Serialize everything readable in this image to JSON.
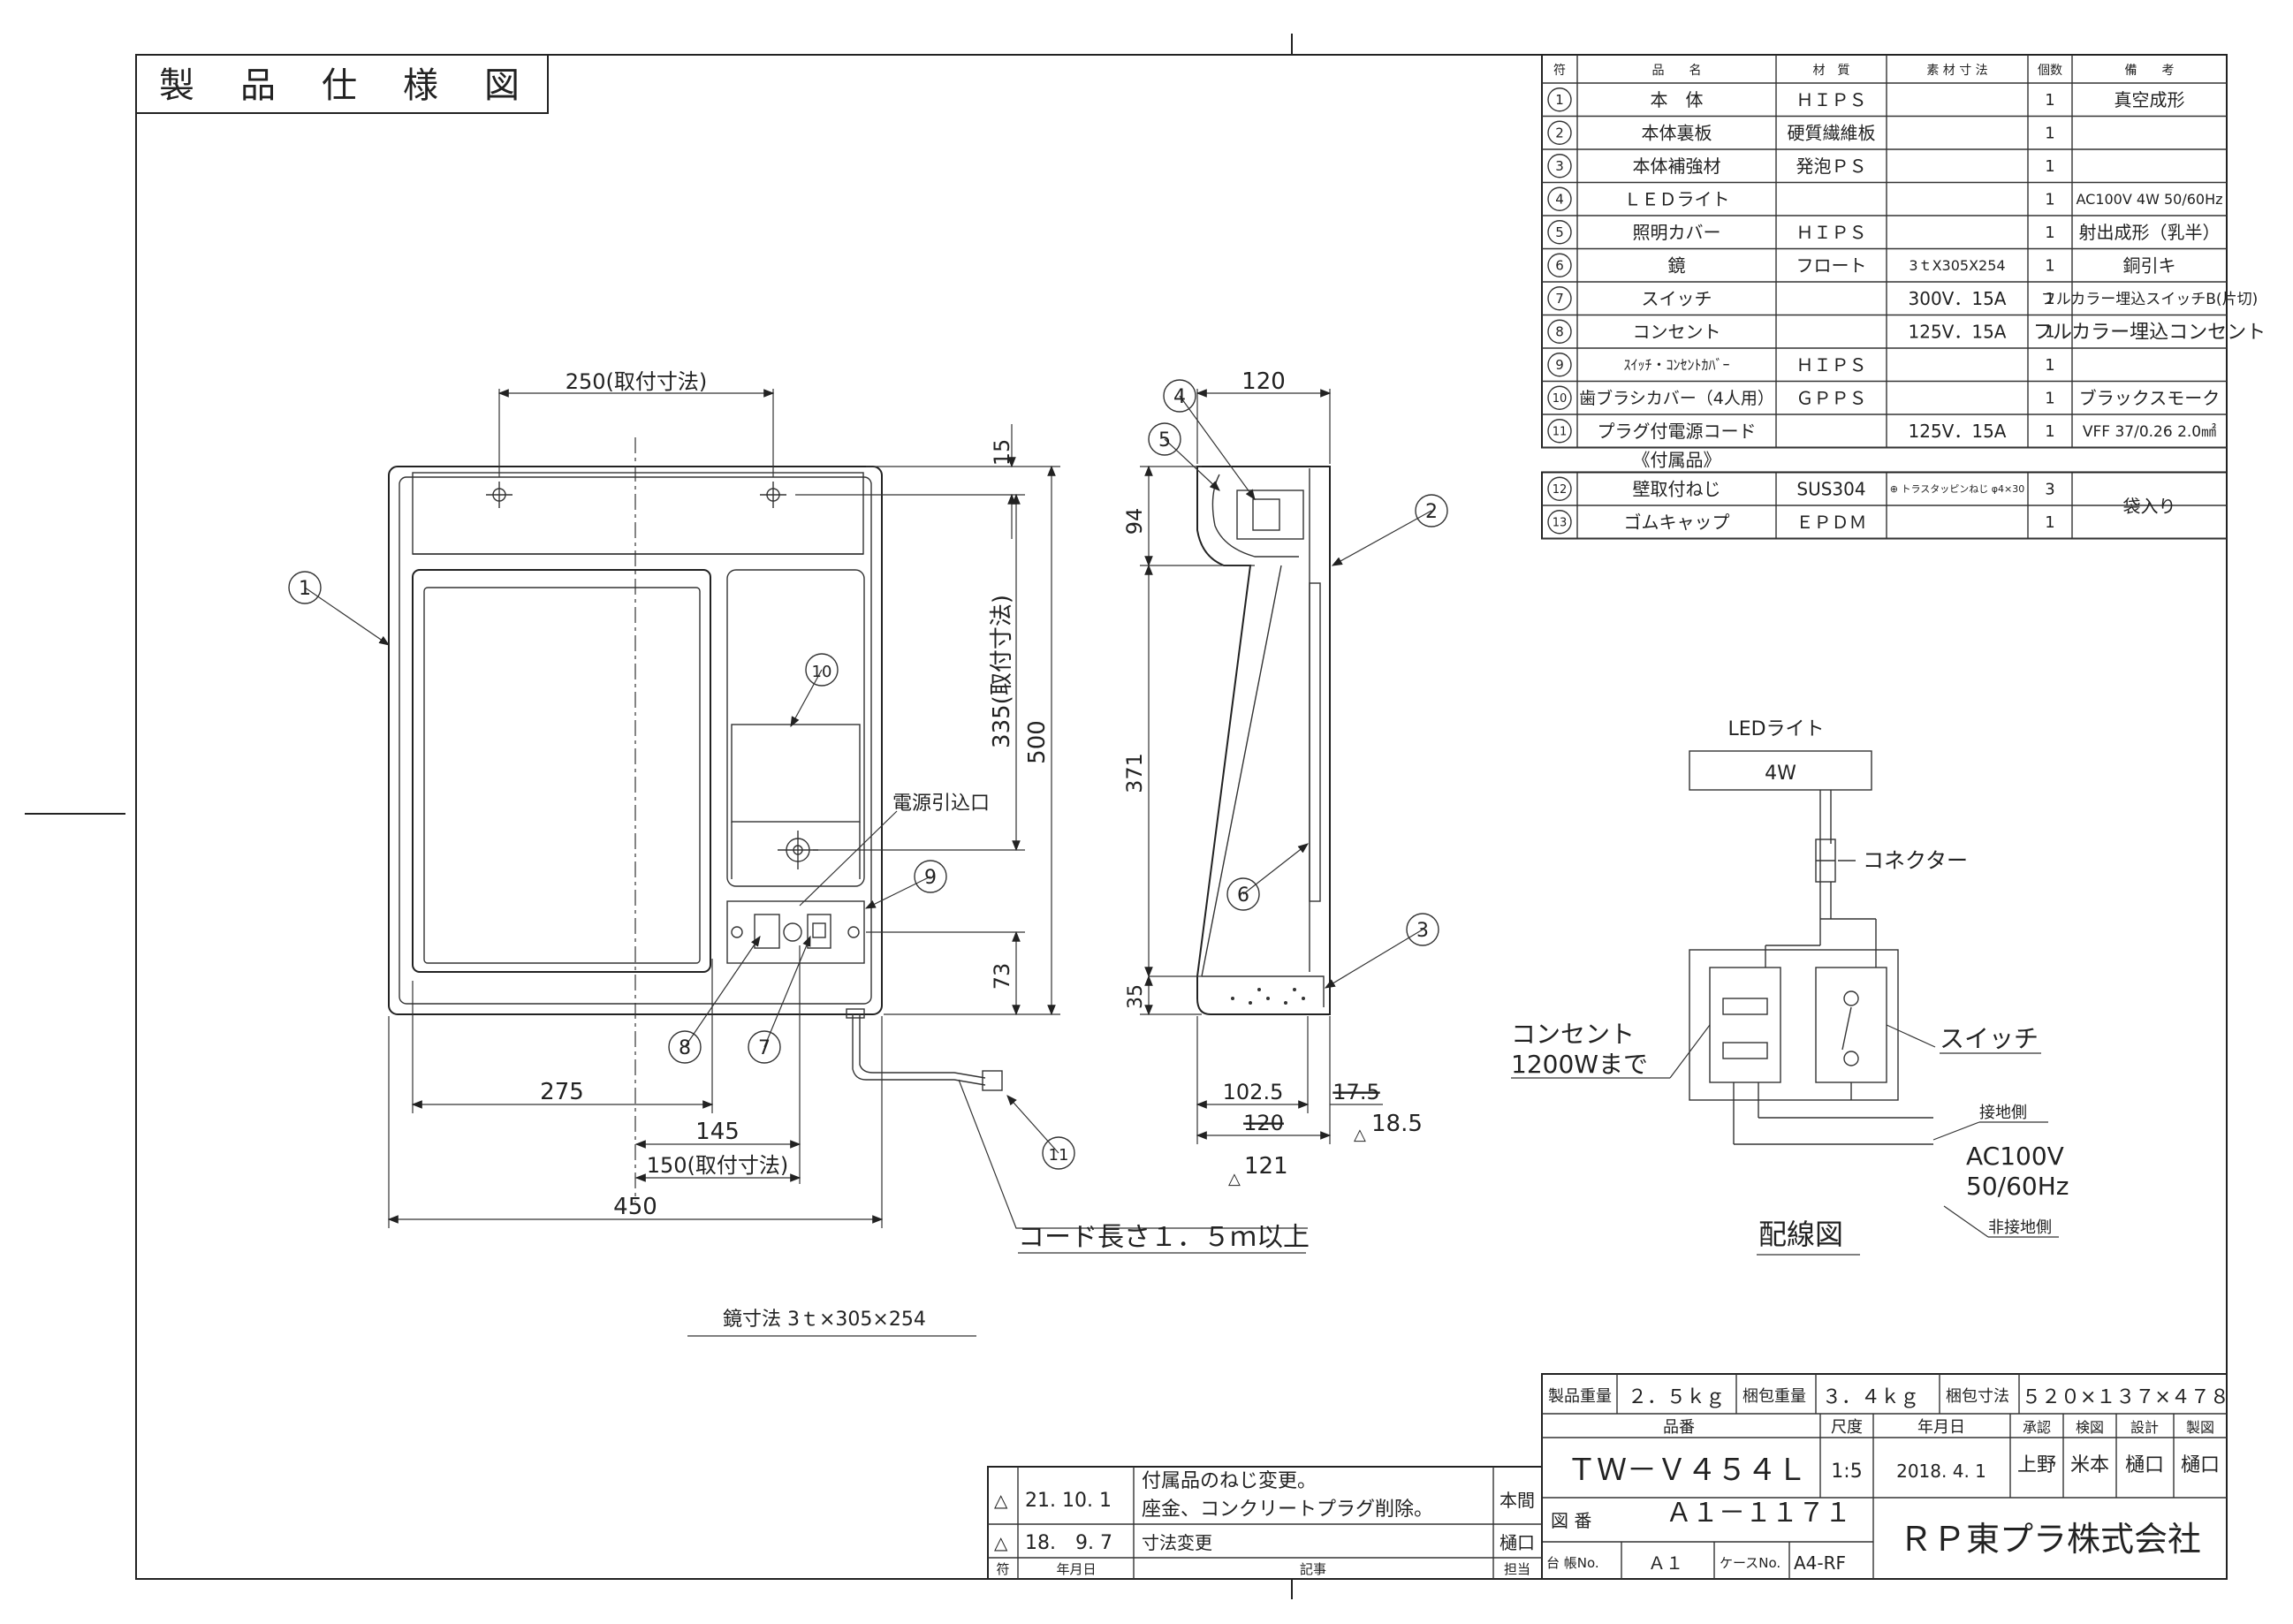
{
  "title": "製　品　仕　様　図",
  "parts_table": {
    "headers": [
      "符",
      "品　　名",
      "材　質",
      "素 材 寸 法",
      "個数",
      "備　　考"
    ],
    "rows": [
      {
        "no": "1",
        "name": "本　体",
        "material": "ＨＩＰＳ",
        "size": "",
        "qty": "1",
        "note": "真空成形"
      },
      {
        "no": "2",
        "name": "本体裏板",
        "material": "硬質繊維板",
        "size": "",
        "qty": "1",
        "note": ""
      },
      {
        "no": "3",
        "name": "本体補強材",
        "material": "発泡ＰＳ",
        "size": "",
        "qty": "1",
        "note": ""
      },
      {
        "no": "4",
        "name": "ＬＥＤライト",
        "material": "",
        "size": "",
        "qty": "1",
        "note": "AC100V 4W 50/60Hz"
      },
      {
        "no": "5",
        "name": "照明カバー",
        "material": "ＨＩＰＳ",
        "size": "",
        "qty": "1",
        "note": "射出成形（乳半）"
      },
      {
        "no": "6",
        "name": "鏡",
        "material": "フロート",
        "size": "3ｔX305X254",
        "qty": "1",
        "note": "銅引キ"
      },
      {
        "no": "7",
        "name": "スイッチ",
        "material": "",
        "size": "300V．15A",
        "qty": "1",
        "note": "フルカラー埋込スイッチB(片切)"
      },
      {
        "no": "8",
        "name": "コンセント",
        "material": "",
        "size": "125V．15A",
        "qty": "1",
        "note": "フルカラー埋込コンセント"
      },
      {
        "no": "9",
        "name": "ｽｲｯﾁ・ｺﾝｾﾝﾄｶﾊﾞｰ",
        "material": "ＨＩＰＳ",
        "size": "",
        "qty": "1",
        "note": ""
      },
      {
        "no": "10",
        "name": "歯ブラシカバー（4人用）",
        "material": "ＧＰＰＳ",
        "size": "",
        "qty": "1",
        "note": "ブラックスモーク"
      },
      {
        "no": "11",
        "name": "プラグ付電源コード",
        "material": "",
        "size": "125V．15A",
        "qty": "1",
        "note": "VFF 37/0.26 2.0㎟"
      }
    ],
    "accessory_header": "《付属品》",
    "accessories": [
      {
        "no": "12",
        "name": "壁取付ねじ",
        "material": "SUS304",
        "size": "⊕ トラスタッピンねじ φ4×30",
        "qty": "3"
      },
      {
        "no": "13",
        "name": "ゴムキャップ",
        "material": "ＥＰＤＭ",
        "size": "",
        "qty": "1"
      }
    ],
    "accessory_note": "袋入り"
  },
  "front_view": {
    "dim_top": "250(取付寸法)",
    "dim_15": "15",
    "dim_335": "335(取付寸法)",
    "dim_500": "500",
    "dim_73": "73",
    "dim_275": "275",
    "dim_145": "145",
    "dim_150": "150(取付寸法)",
    "dim_450": "450",
    "power_label": "電源引込口",
    "cord_label": "コード長さ１．５ｍ以上",
    "mirror_label": "鏡寸法 3ｔ×305×254"
  },
  "side_view": {
    "dim_120_top": "120",
    "dim_94": "94",
    "dim_371": "371",
    "dim_35": "35",
    "dim_102_5": "102.5",
    "dim_17_5": "17.5",
    "dim_120_bottom": "120",
    "rev_18_5": "18.5",
    "rev_121": "121"
  },
  "balloons": [
    "1",
    "2",
    "3",
    "4",
    "5",
    "6",
    "7",
    "8",
    "9",
    "10",
    "11"
  ],
  "wiring": {
    "led_label": "LEDライト",
    "led_power": "4W",
    "connector": "コネクター",
    "outlet": "コンセント",
    "outlet_limit": "1200Wまで",
    "switch": "スイッチ",
    "ground": "接地側",
    "power_line1": "AC100V",
    "power_line2": "50/60Hz",
    "non_ground": "非接地側",
    "title": "配線図"
  },
  "weight_row": {
    "product_weight_label": "製品重量",
    "product_weight": "２．５ｋｇ",
    "pack_weight_label": "梱包重量",
    "pack_weight": "３．４ｋｇ",
    "pack_size_label": "梱包寸法",
    "pack_size": "５２０×１３７×４７８"
  },
  "title_block": {
    "part_no_label": "品番",
    "part_no": "ＴＷ－Ｖ４５４Ｌ",
    "scale_label": "尺度",
    "scale": "1:5",
    "date_label": "年月日",
    "date": "2018. 4. 1",
    "approve_label": "承認",
    "approve": "上野",
    "check_label": "検図",
    "check": "米本",
    "design_label": "設計",
    "design": "樋口",
    "draw_label": "製図",
    "draw": "樋口",
    "drawing_no_label": "図 番",
    "drawing_no": "Ａ１－１１７１",
    "ledger_label": "台 帳No.",
    "ledger": "Ａ１",
    "case_label": "ケースNo.",
    "case": "A4-RF",
    "company": "ＲＰ東プラ株式会社"
  },
  "revisions": {
    "rows": [
      {
        "date": "21. 10. 1",
        "text1": "付属品のねじ変更。",
        "text2": "座金、コンクリートプラグ削除。",
        "person": "本間"
      },
      {
        "date": "18.　9. 7",
        "text1": "寸法変更",
        "text2": "",
        "person": "樋口"
      }
    ],
    "headers": {
      "mark": "符",
      "date": "年月日",
      "text": "記事",
      "person": "担当"
    }
  }
}
